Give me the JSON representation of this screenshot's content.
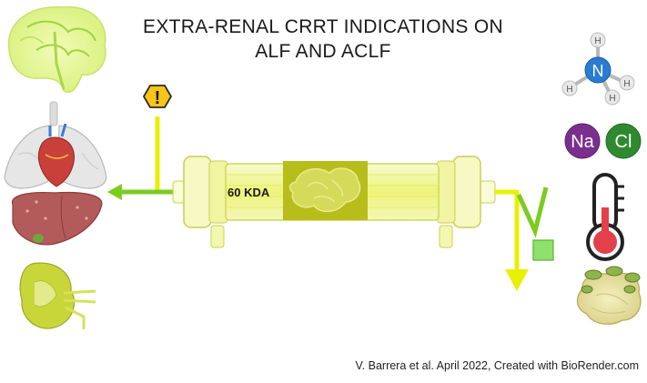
{
  "title": {
    "line1": "EXTRA-RENAL CRRT INDICATIONS ON",
    "line2": "ALF AND ACLF"
  },
  "filter": {
    "label": "60 KDA"
  },
  "warning_symbol": "!",
  "icons": {
    "left": [
      "brain-icon",
      "lungs-heart-icon",
      "liver-icon",
      "kidney-icon"
    ],
    "right": [
      "ammonia-molecule-icon",
      "sodium-chloride-icon",
      "thermometer-icon",
      "adipose-tissue-icon"
    ]
  },
  "elements": {
    "ammonia_center": "N",
    "ammonia_h": "H",
    "sodium": "Na",
    "chloride": "Cl"
  },
  "colors": {
    "flow_green": "#7bcc1f",
    "flow_yellow": "#e8f000",
    "filter_body": "#f4f7b0",
    "membrane": "#b7bd1a",
    "sodium": "#7a2f8f",
    "chloride": "#2f8a2f",
    "nitrogen": "#2a7bd2"
  },
  "credit": "V. Barrera et al. April 2022, Created with BioRender.com"
}
